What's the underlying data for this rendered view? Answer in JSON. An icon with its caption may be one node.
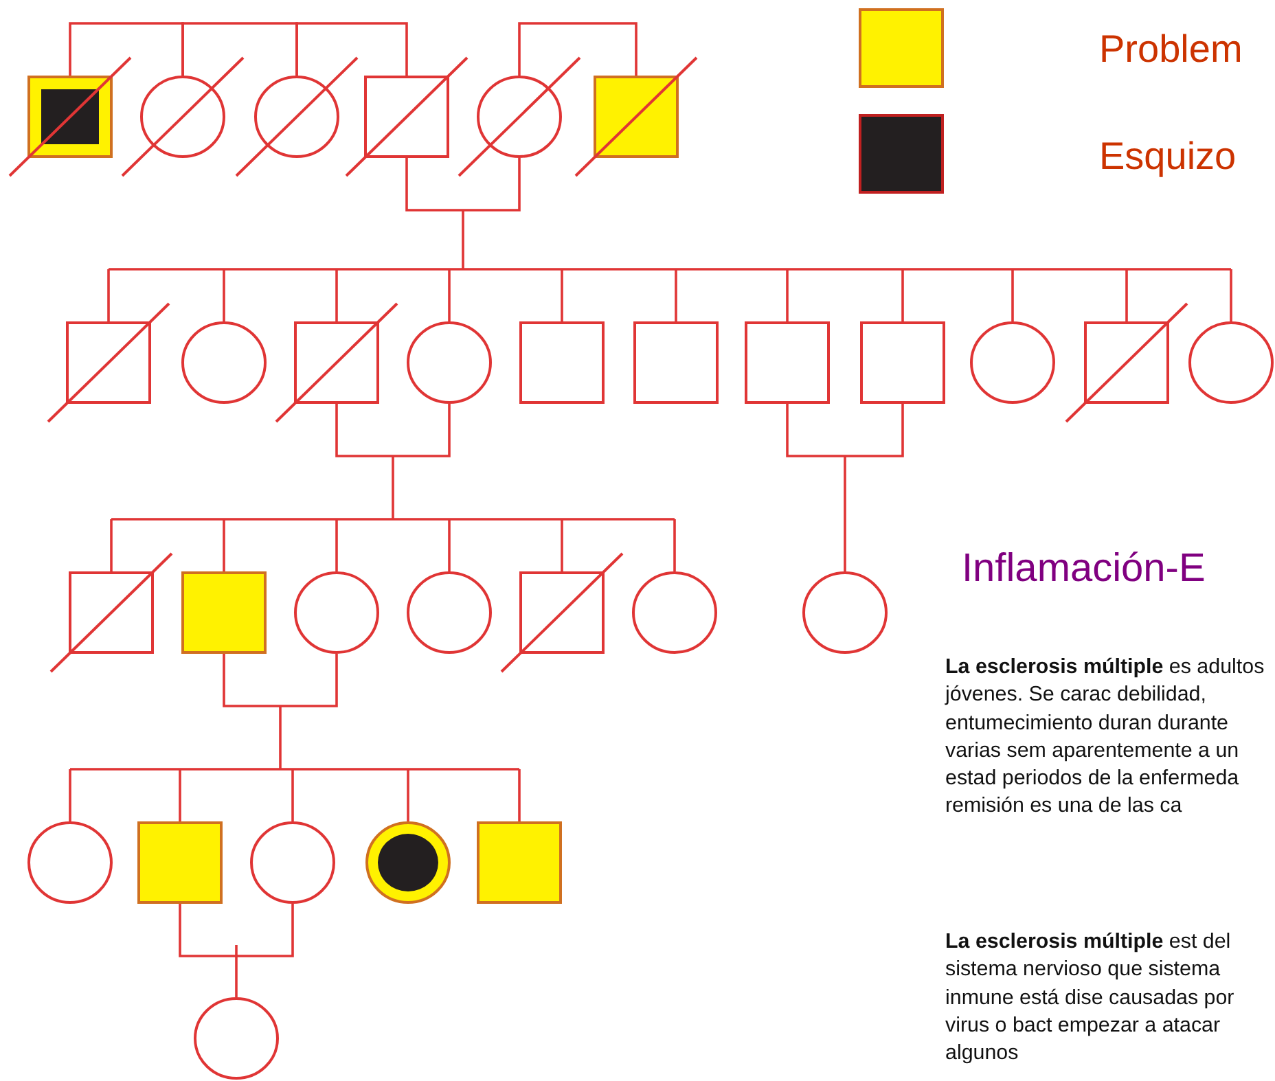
{
  "diagram": {
    "nodes": [
      {
        "text": [],
        "shape": "box"
      },
      {
        "text": [],
        "shape": "circle"
      },
      {
        "text": [],
        "shape": "circle"
      },
      {
        "text": [],
        "shape": "box"
      },
      {
        "text": [],
        "shape": "circle"
      },
      {
        "text": [],
        "shape": "box"
      },
      {
        "text": [],
        "shape": "box"
      },
      {
        "text": [],
        "shape": "circle"
      },
      {
        "text": [],
        "shape": "box"
      },
      {
        "text": [],
        "shape": "circle"
      },
      {
        "text": [],
        "shape": "box"
      },
      {
        "text": [],
        "shape": "box"
      },
      {
        "text": [],
        "shape": "box"
      },
      {
        "text": [],
        "shape": "box"
      },
      {
        "text": [],
        "shape": "circle"
      },
      {
        "text": [],
        "shape": "box"
      },
      {
        "text": [],
        "shape": "circle"
      },
      {
        "text": [],
        "shape": "box"
      },
      {
        "text": [],
        "shape": "box"
      },
      {
        "text": [],
        "shape": "circle"
      },
      {
        "text": [],
        "shape": "circle"
      },
      {
        "text": [],
        "shape": "box"
      },
      {
        "text": [],
        "shape": "circle"
      },
      {
        "text": [],
        "shape": "circle"
      },
      {
        "text": [],
        "shape": "circle"
      },
      {
        "text": [],
        "shape": "box"
      },
      {
        "text": [],
        "shape": "circle"
      },
      {
        "text": [],
        "shape": "circle"
      },
      {
        "text": [],
        "shape": "box"
      },
      {
        "text": [],
        "shape": "circle"
      }
    ],
    "edges": [
      {
        "from": 0,
        "to": 1,
        "arrow": "none"
      },
      {
        "from": 1,
        "to": 2,
        "arrow": "none"
      },
      {
        "from": 2,
        "to": 3,
        "arrow": "none"
      },
      {
        "from": 3,
        "to": 4,
        "arrow": "none"
      },
      {
        "from": 4,
        "to": 5,
        "arrow": "none"
      },
      {
        "from": 3,
        "to": 6,
        "arrow": "none"
      },
      {
        "from": 3,
        "to": 7,
        "arrow": "none"
      },
      {
        "from": 3,
        "to": 8,
        "arrow": "none"
      },
      {
        "from": 3,
        "to": 9,
        "arrow": "none"
      },
      {
        "from": 3,
        "to": 10,
        "arrow": "none"
      },
      {
        "from": 3,
        "to": 11,
        "arrow": "none"
      },
      {
        "from": 3,
        "to": 12,
        "arrow": "none"
      },
      {
        "from": 3,
        "to": 13,
        "arrow": "none"
      },
      {
        "from": 3,
        "to": 14,
        "arrow": "none"
      },
      {
        "from": 3,
        "to": 15,
        "arrow": "none"
      },
      {
        "from": 3,
        "to": 16,
        "arrow": "none"
      },
      {
        "from": 4,
        "to": 6,
        "arrow": "none"
      },
      {
        "from": 4,
        "to": 7,
        "arrow": "none"
      },
      {
        "from": 4,
        "to": 8,
        "arrow": "none"
      },
      {
        "from": 4,
        "to": 9,
        "arrow": "none"
      },
      {
        "from": 4,
        "to": 10,
        "arrow": "none"
      },
      {
        "from": 4,
        "to": 11,
        "arrow": "none"
      },
      {
        "from": 4,
        "to": 12,
        "arrow": "none"
      },
      {
        "from": 4,
        "to": 13,
        "arrow": "none"
      },
      {
        "from": 4,
        "to": 14,
        "arrow": "none"
      },
      {
        "from": 4,
        "to": 15,
        "arrow": "none"
      },
      {
        "from": 4,
        "to": 16,
        "arrow": "none"
      },
      {
        "from": 8,
        "to": 9,
        "arrow": "none"
      },
      {
        "from": 12,
        "to": 13,
        "arrow": "none"
      },
      {
        "from": 8,
        "to": 17,
        "arrow": "none"
      },
      {
        "from": 8,
        "to": 18,
        "arrow": "none"
      },
      {
        "from": 8,
        "to": 19,
        "arrow": "none"
      },
      {
        "from": 8,
        "to": 20,
        "arrow": "none"
      },
      {
        "from": 8,
        "to": 21,
        "arrow": "none"
      },
      {
        "from": 8,
        "to": 22,
        "arrow": "none"
      },
      {
        "from": 9,
        "to": 17,
        "arrow": "none"
      },
      {
        "from": 9,
        "to": 18,
        "arrow": "none"
      },
      {
        "from": 9,
        "to": 19,
        "arrow": "none"
      },
      {
        "from": 9,
        "to": 20,
        "arrow": "none"
      },
      {
        "from": 9,
        "to": 21,
        "arrow": "none"
      },
      {
        "from": 9,
        "to": 22,
        "arrow": "none"
      },
      {
        "from": 12,
        "to": 23,
        "arrow": "none"
      },
      {
        "from": 13,
        "to": 23,
        "arrow": "none"
      },
      {
        "from": 18,
        "to": 19,
        "arrow": "none"
      },
      {
        "from": 18,
        "to": 24,
        "arrow": "none"
      },
      {
        "from": 18,
        "to": 25,
        "arrow": "none"
      },
      {
        "from": 18,
        "to": 26,
        "arrow": "none"
      },
      {
        "from": 18,
        "to": 27,
        "arrow": "none"
      },
      {
        "from": 18,
        "to": 28,
        "arrow": "none"
      },
      {
        "from": 19,
        "to": 24,
        "arrow": "none"
      },
      {
        "from": 19,
        "to": 25,
        "arrow": "none"
      },
      {
        "from": 19,
        "to": 26,
        "arrow": "none"
      },
      {
        "from": 19,
        "to": 27,
        "arrow": "none"
      },
      {
        "from": 19,
        "to": 28,
        "arrow": "none"
      },
      {
        "from": 25,
        "to": 26,
        "arrow": "none"
      },
      {
        "from": 25,
        "to": 29,
        "arrow": "none"
      },
      {
        "from": 26,
        "to": 29,
        "arrow": "none"
      }
    ],
    "labels": [
      "Inflamación-E",
      "**La esclerosis múltiple** es adultos jóvenes. Se carac debilidad, entumecimiento duran durante varias sem aparentemente a un estad periodos de la enfermeda remisión es una de las ca",
      "**La esclerosis múltiple** est del sistema nervioso que sistema inmune está dise causadas por virus o bact empezar a atacar algunos"
    ],
    "legend": [
      {
        "text": "Problem",
        "color": "#fff200"
      },
      {
        "text": "Esquizo",
        "color": "#231f20"
      }
    ]
  }
}
